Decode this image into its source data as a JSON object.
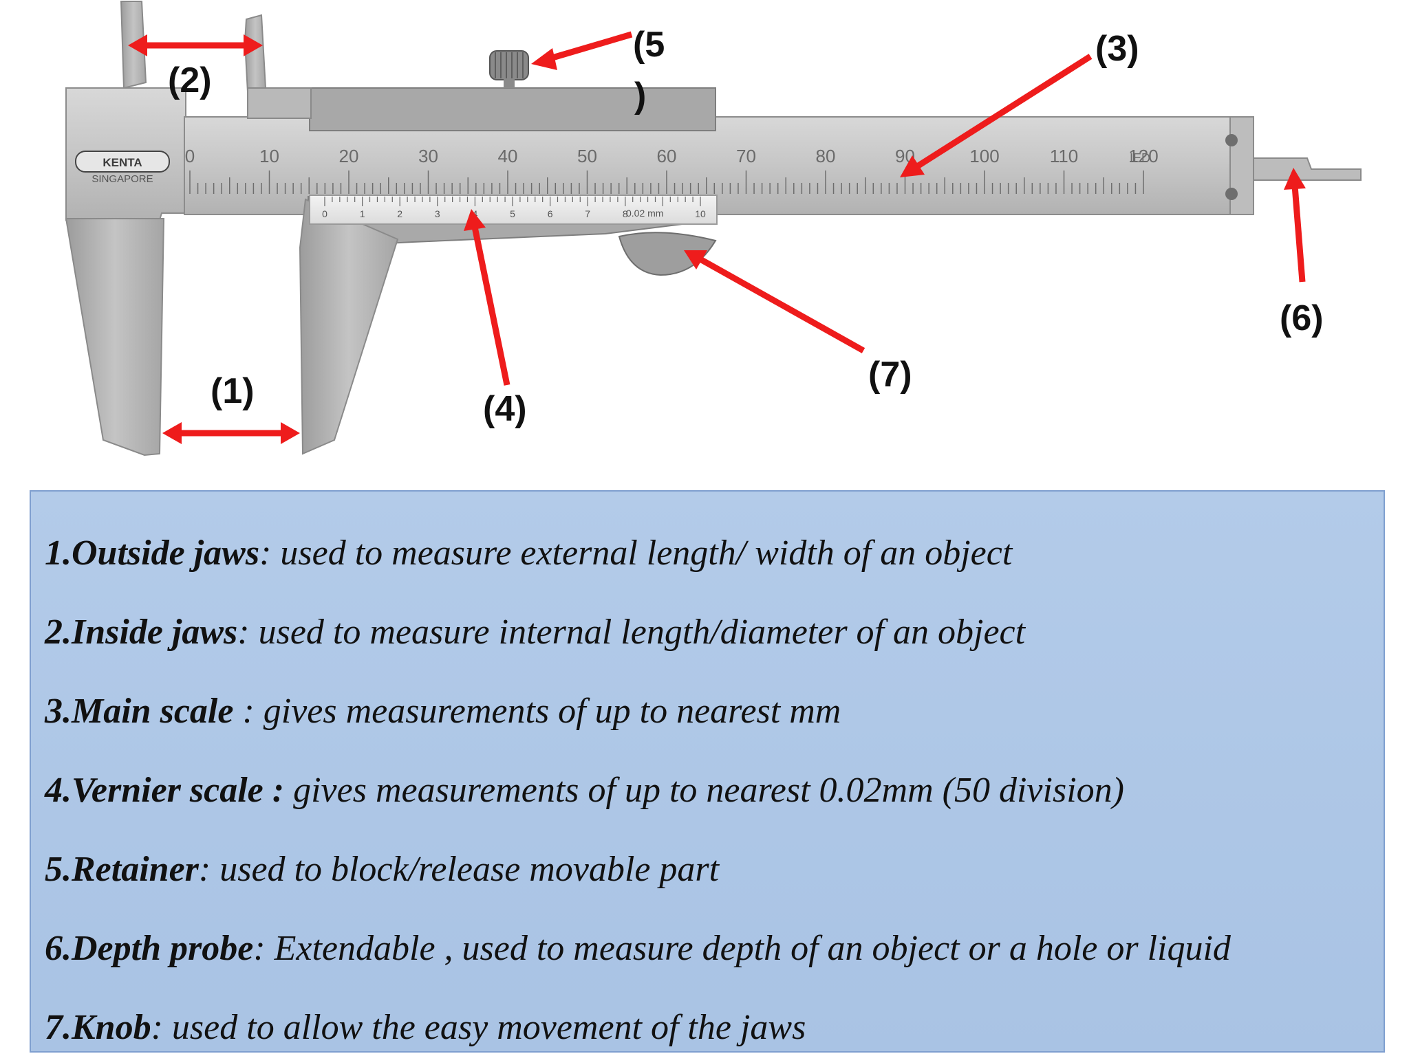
{
  "diagram": {
    "brand": "KENTA",
    "brand_sub": "SINGAPORE",
    "main_scale_labels": [
      "0",
      "10",
      "20",
      "30",
      "40",
      "50",
      "60",
      "70",
      "80",
      "90",
      "100",
      "110",
      "120"
    ],
    "main_scale_suffix": "IED",
    "vernier_labels": [
      "0",
      "1",
      "2",
      "3",
      "4",
      "5",
      "6",
      "7",
      "8",
      "10"
    ],
    "vernier_unit": "0.02 mm",
    "callouts": {
      "c1": "(1)",
      "c2": "(2)",
      "c3": "(3)",
      "c4": "(4)",
      "c5_line1": "(5",
      "c5_line2": ")",
      "c6": "(6)",
      "c7": "(7)"
    },
    "colors": {
      "arrow": "#ee1c1c",
      "steel_light": "#c9c9c9",
      "steel_dark": "#8f8f8f",
      "legend_bg": "#afc7e6",
      "legend_border": "#7f9fcf"
    }
  },
  "legend": [
    {
      "term": "1.Outside jaws",
      "desc": ": used to measure external length/ width of an object"
    },
    {
      "term": "2.Inside jaws",
      "desc": ": used to measure internal length/diameter of an object"
    },
    {
      "term": "3.Main scale ",
      "desc": ": gives measurements of up to nearest mm"
    },
    {
      "term": "4.Vernier scale :",
      "desc": " gives measurements of up to nearest 0.02mm (50 division)"
    },
    {
      "term": "5.Retainer",
      "desc": ": used to block/release movable part"
    },
    {
      "term": "6.Depth probe",
      "desc": ": Extendable , used to measure depth of an object or a hole or liquid"
    },
    {
      "term": "7.Knob",
      "desc": ": used to allow the easy movement of the jaws"
    }
  ]
}
